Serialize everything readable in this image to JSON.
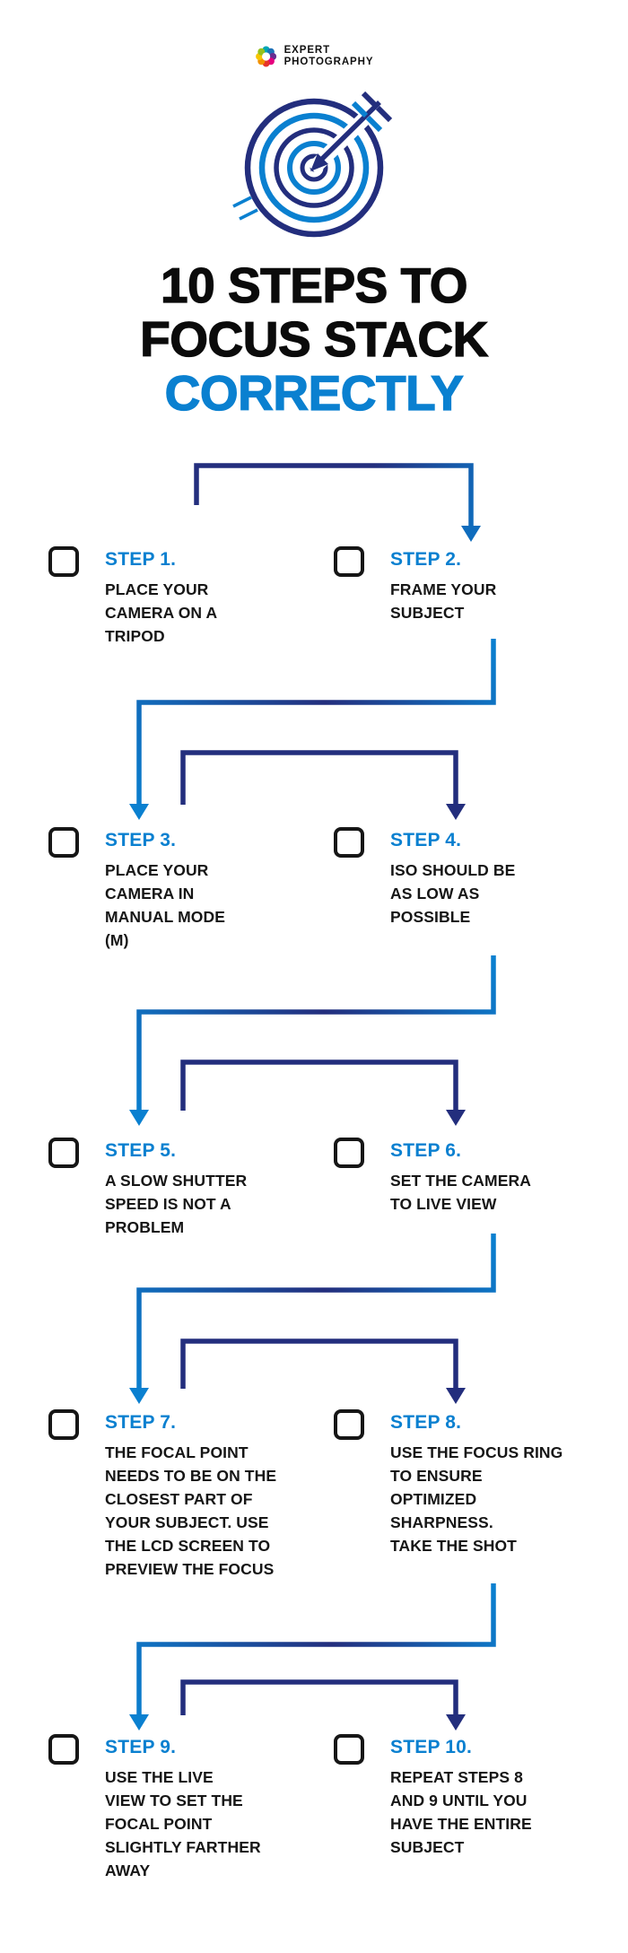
{
  "logo": {
    "line1": "EXPERT",
    "line2": "PHOTOGRAPHY"
  },
  "title": {
    "line1": "10 STEPS TO",
    "line2": "FOCUS STACK",
    "line3": "CORRECTLY"
  },
  "steps": [
    {
      "label": "STEP 1.",
      "text": "PLACE YOUR\nCAMERA ON A\nTRIPOD"
    },
    {
      "label": "STEP 2.",
      "text": "FRAME YOUR\nSUBJECT"
    },
    {
      "label": "STEP 3.",
      "text": "PLACE YOUR\nCAMERA IN\nMANUAL MODE\n(M)"
    },
    {
      "label": "STEP 4.",
      "text": "ISO SHOULD BE\nAS LOW AS\nPOSSIBLE"
    },
    {
      "label": "STEP 5.",
      "text": "A SLOW SHUTTER\nSPEED IS NOT A\nPROBLEM"
    },
    {
      "label": "STEP 6.",
      "text": "SET THE CAMERA\nTO LIVE VIEW"
    },
    {
      "label": "STEP 7.",
      "text": "THE FOCAL POINT\nNEEDS TO BE ON THE\nCLOSEST PART OF\nYOUR SUBJECT. USE\nTHE LCD SCREEN TO\nPREVIEW THE FOCUS"
    },
    {
      "label": "STEP 8.",
      "text": "USE THE FOCUS RING\nTO ENSURE\nOPTIMIZED\nSHARPNESS.\nTAKE THE SHOT"
    },
    {
      "label": "STEP 9.",
      "text": "USE THE LIVE\nVIEW TO SET THE\nFOCAL POINT\nSLIGHTLY FARTHER\nAWAY"
    },
    {
      "label": "STEP 10.",
      "text": "REPEAT STEPS 8\nAND 9 UNTIL YOU\nHAVE THE ENTIRE\nSUBJECT"
    }
  ],
  "checkbox_state": "unchecked",
  "colors": {
    "accent_blue": "#0a80d0",
    "navy": "#232e7d",
    "text": "#161616",
    "background": "#ffffff"
  },
  "icons": {
    "logo": "aperture-flower-icon",
    "header": "target-bullseye-dart-icon",
    "step_marker": "empty-checkbox"
  }
}
